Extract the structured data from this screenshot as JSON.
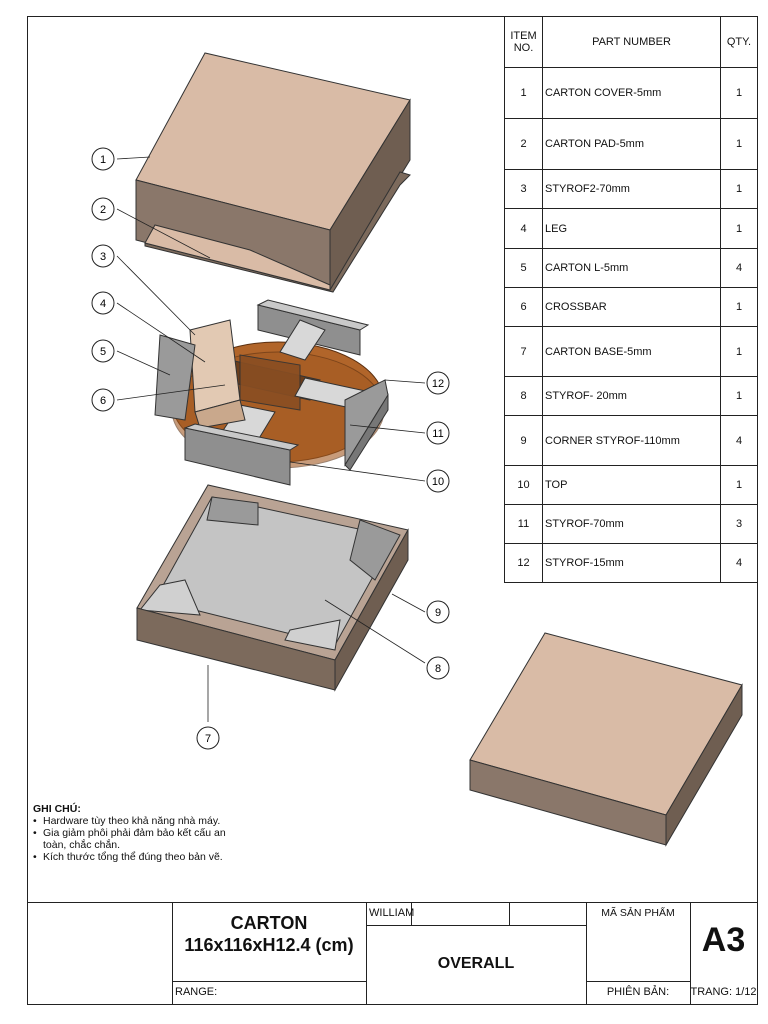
{
  "bom": {
    "headers": {
      "item": "ITEM NO.",
      "part": "PART NUMBER",
      "qty": "QTY."
    },
    "rows": [
      {
        "item": "1",
        "part": "CARTON COVER-5mm",
        "qty": "1"
      },
      {
        "item": "2",
        "part": "CARTON PAD-5mm",
        "qty": "1"
      },
      {
        "item": "3",
        "part": "STYROF2-70mm",
        "qty": "1"
      },
      {
        "item": "4",
        "part": "LEG",
        "qty": "1"
      },
      {
        "item": "5",
        "part": "CARTON L-5mm",
        "qty": "4"
      },
      {
        "item": "6",
        "part": "CROSSBAR",
        "qty": "1"
      },
      {
        "item": "7",
        "part": "CARTON BASE-5mm",
        "qty": "1"
      },
      {
        "item": "8",
        "part": "STYROF- 20mm",
        "qty": "1"
      },
      {
        "item": "9",
        "part": "CORNER STYROF-110mm",
        "qty": "4"
      },
      {
        "item": "10",
        "part": "TOP",
        "qty": "1"
      },
      {
        "item": "11",
        "part": "STYROF-70mm",
        "qty": "3"
      },
      {
        "item": "12",
        "part": "STYROF-15mm",
        "qty": "4"
      }
    ]
  },
  "balloons": [
    "1",
    "2",
    "3",
    "4",
    "5",
    "6",
    "7",
    "8",
    "9",
    "10",
    "11",
    "12"
  ],
  "notes": {
    "title": "GHI CHÚ:",
    "items": [
      "Hardware tùy theo khả năng nhà máy.",
      "Gia giảm phôi phải đảm bảo kết cấu an toàn, chắc chắn.",
      "Kích thước tổng thể đúng theo bản vẽ."
    ]
  },
  "title_block": {
    "product_name": "CARTON",
    "product_size": "116x116xH12.4 (cm)",
    "range_label": "RANGE:",
    "designer": "WILLIAM",
    "view_name": "OVERALL",
    "product_code_label": "MÃ SẢN PHẨM",
    "version_label": "PHIÊN BẢN:",
    "sheet_size": "A3",
    "page_label": "TRANG: 1/12"
  },
  "colors": {
    "carton_top": "#d9bba6",
    "carton_side": "#7c6a5c",
    "carton_front": "#8a776a",
    "styrofoam": "#c9c9c9",
    "styrofoam_dark": "#8f8f8f",
    "wood": "#b1652a",
    "line": "#222222"
  }
}
